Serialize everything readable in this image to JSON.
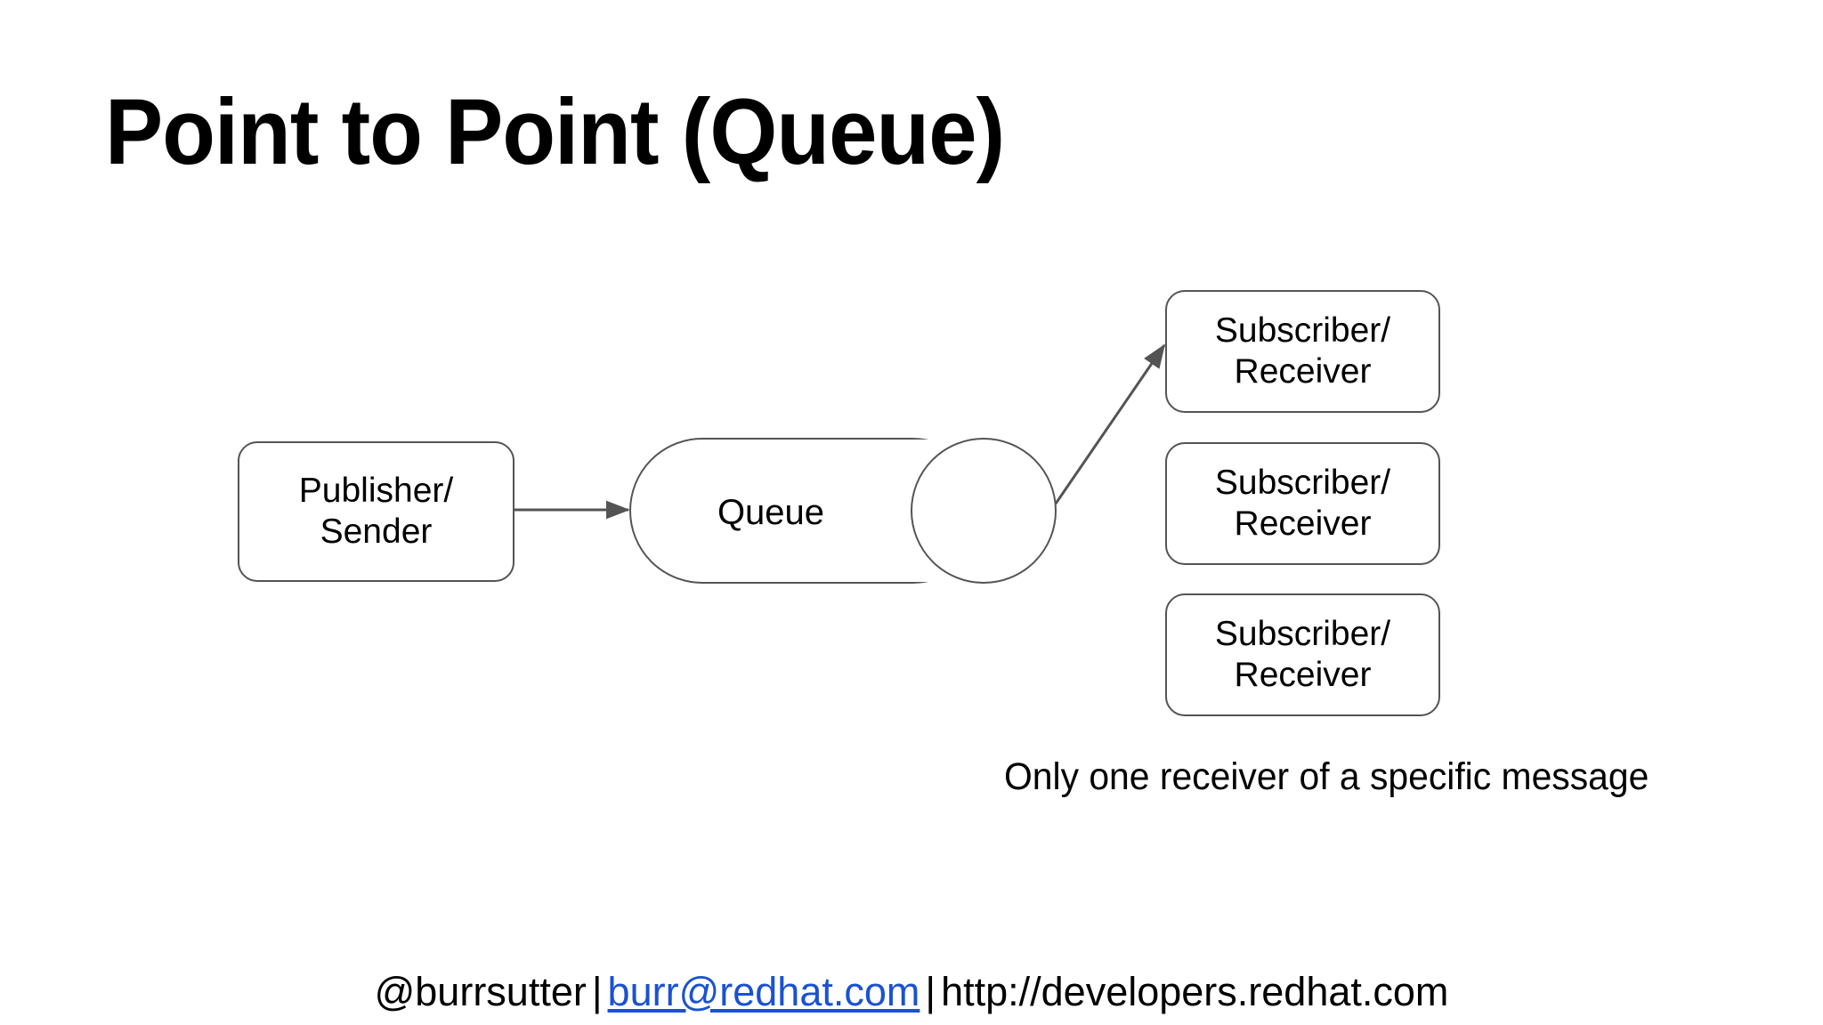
{
  "slide": {
    "title": "Point to Point (Queue)",
    "background_color": "#ffffff",
    "text_color": "#000000"
  },
  "diagram": {
    "type": "flow",
    "stroke_color": "#545454",
    "publisher": {
      "line1": "Publisher/",
      "line2": "Sender"
    },
    "queue": {
      "label": "Queue"
    },
    "subscribers": [
      {
        "line1": "Subscriber/",
        "line2": "Receiver"
      },
      {
        "line1": "Subscriber/",
        "line2": "Receiver"
      },
      {
        "line1": "Subscriber/",
        "line2": "Receiver"
      }
    ],
    "caption": "Only one receiver of a specific message"
  },
  "footer": {
    "handle": "@burrsutter",
    "separator1": "|",
    "email": "burr@redhat.com",
    "email_color": "#1a52d0",
    "separator2": "|",
    "website": "http://developers.redhat.com"
  }
}
